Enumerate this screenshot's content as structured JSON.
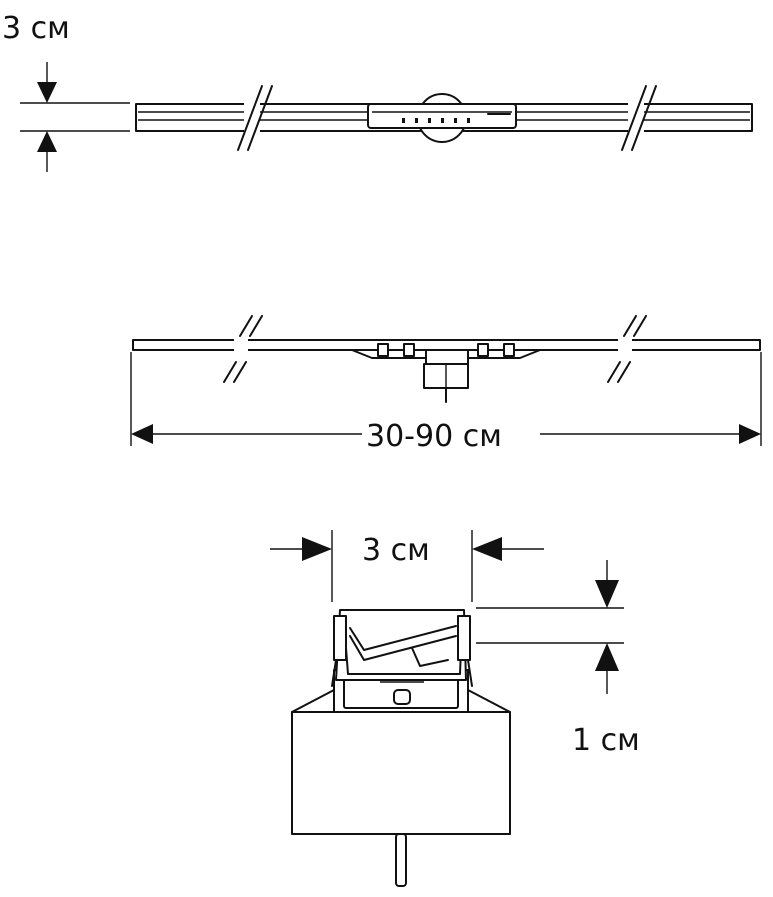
{
  "labels": {
    "top_height": "3 см",
    "length": "30-90 см",
    "width": "3 см",
    "depth": "1 см"
  }
}
